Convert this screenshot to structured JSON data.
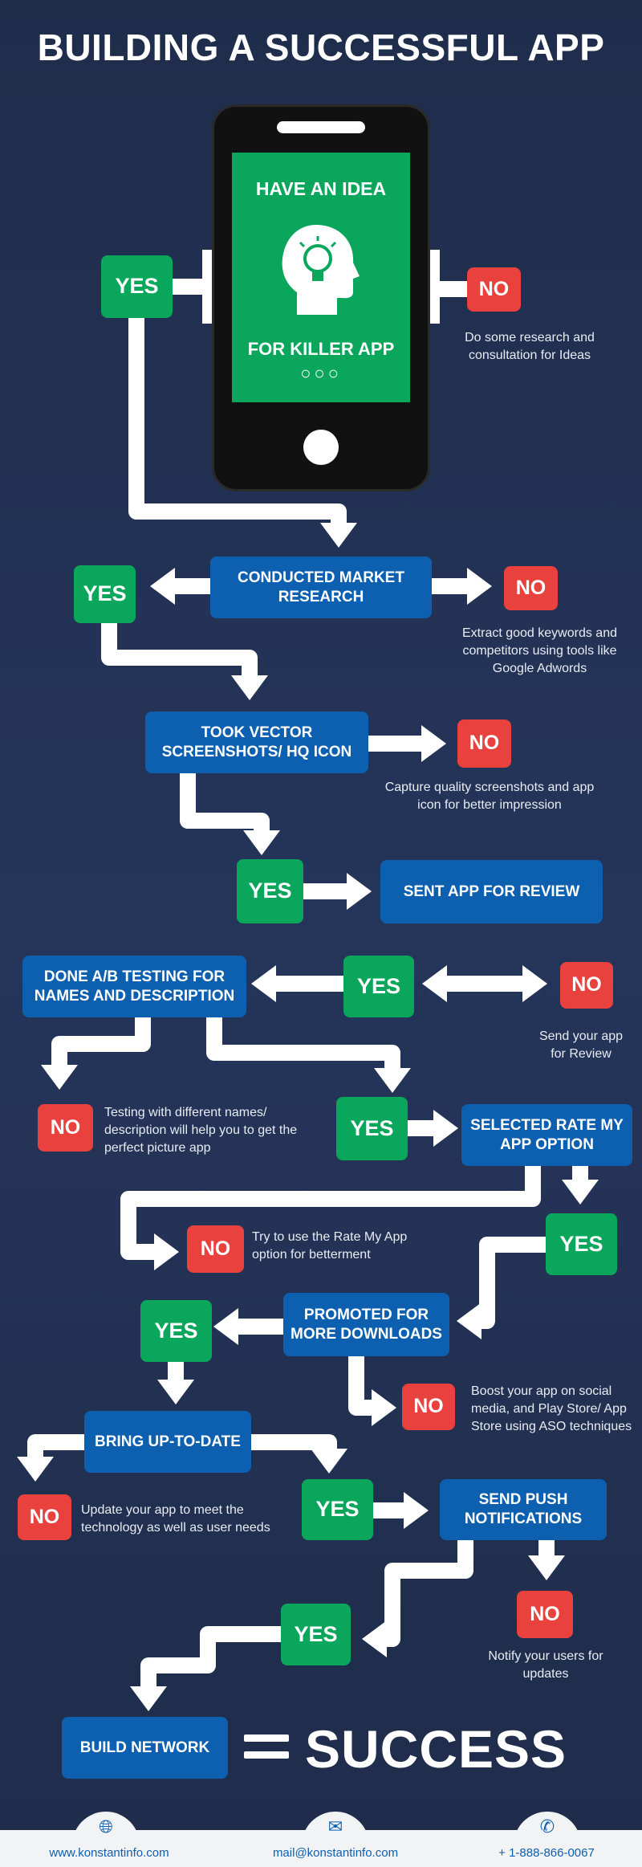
{
  "title": "BUILDING A SUCCESSFUL APP",
  "phone": {
    "line1": "HAVE AN IDEA",
    "line2": "FOR KILLER APP",
    "dots": "○○○"
  },
  "yes_label": "YES",
  "no_label": "NO",
  "steps": [
    {
      "label": "CONDUCTED MARKET RESEARCH"
    },
    {
      "label": "TOOK VECTOR SCREENSHOTS/ HQ ICON"
    },
    {
      "label": "SENT APP FOR REVIEW"
    },
    {
      "label": "DONE A/B TESTING FOR NAMES AND DESCRIPTION"
    },
    {
      "label": "SELECTED RATE MY APP OPTION"
    },
    {
      "label": "PROMOTED FOR MORE DOWNLOADS"
    },
    {
      "label": "BRING UP-TO-DATE"
    },
    {
      "label": "SEND PUSH NOTIFICATIONS"
    },
    {
      "label": "BUILD NETWORK"
    }
  ],
  "notes": [
    "Do some research and consultation for Ideas",
    "Extract good keywords and competitors using tools like Google Adwords",
    "Capture quality screenshots and app icon for better impression",
    "Send your app for Review",
    "Testing with different names/ description will help you to get the perfect picture app",
    "Try to use the Rate My App option for betterment",
    "Boost your app on social media, and Play Store/ App Store using ASO techniques",
    "Update your app to meet the technology as well as user needs",
    "Notify your users for updates"
  ],
  "result": "SUCCESS",
  "footer": {
    "website": "www.konstantinfo.com",
    "email": "mail@konstantinfo.com",
    "phone": "+ 1-888-866-0067",
    "icons": [
      "globe-icon",
      "envelope-icon",
      "phone-icon"
    ]
  },
  "colors": {
    "background": "#22304e",
    "blue": "#0d5fb0",
    "green": "#0aa65b",
    "red": "#e8413e"
  }
}
